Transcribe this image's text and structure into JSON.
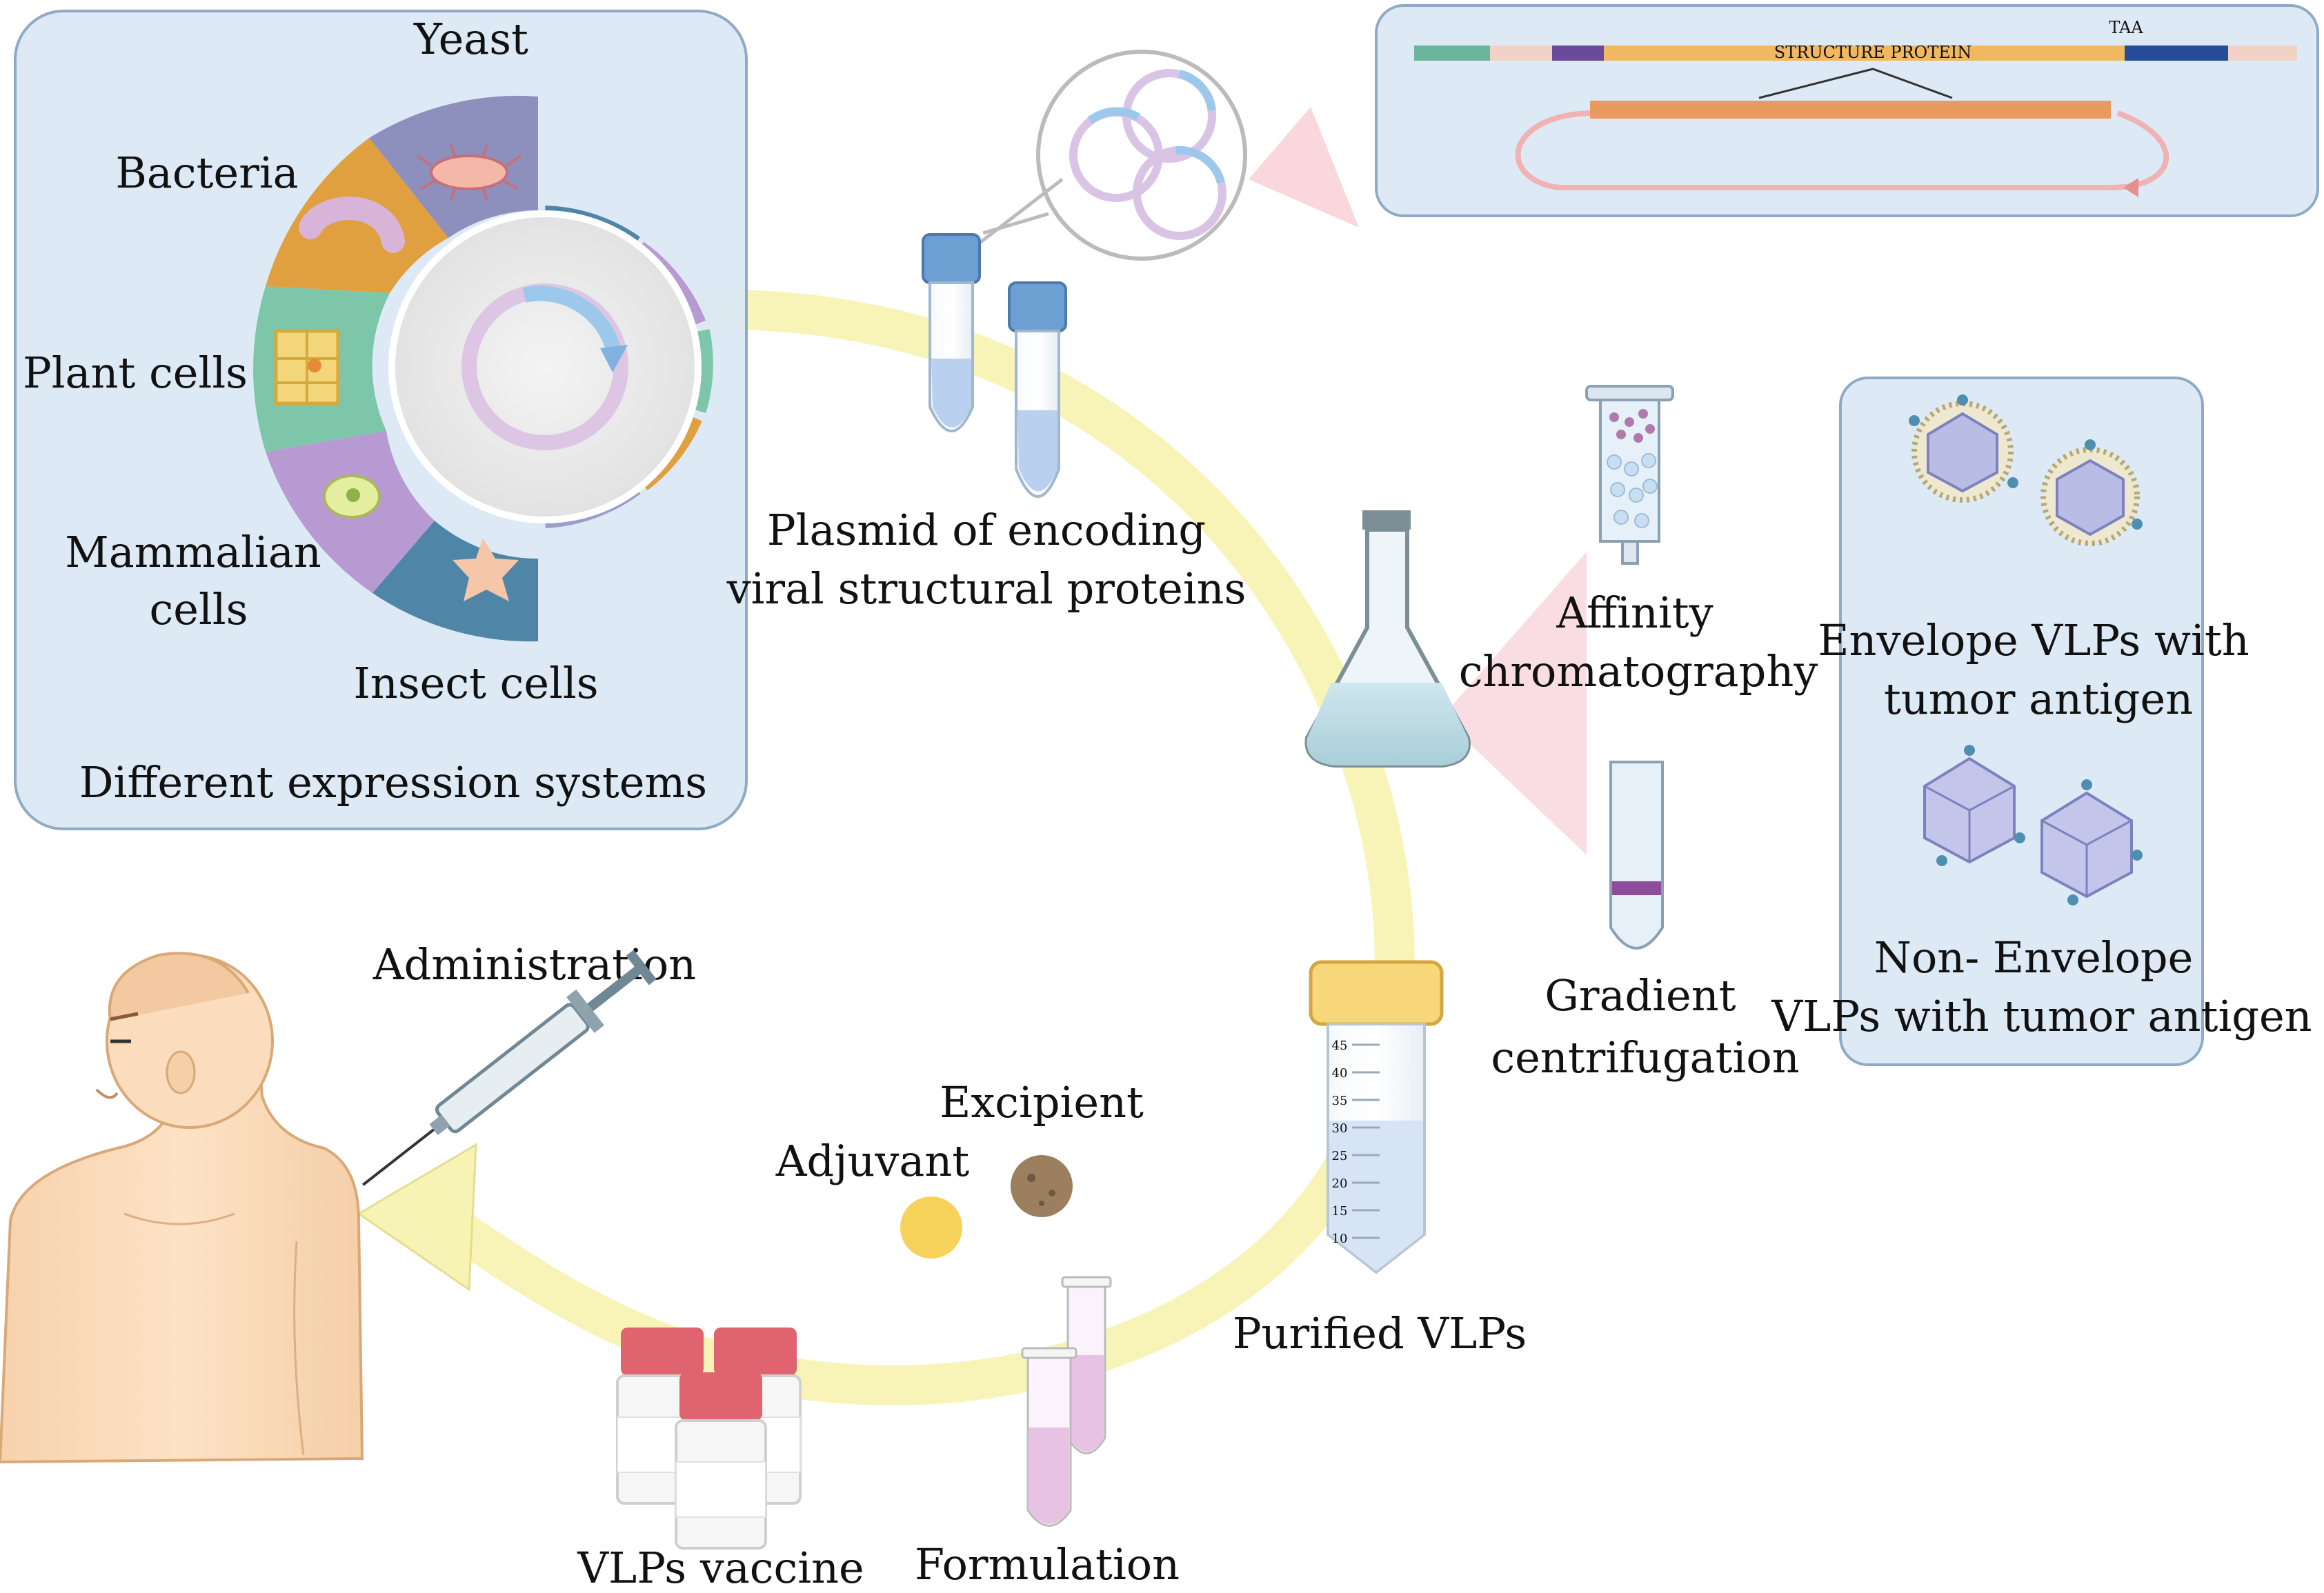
{
  "panels": {
    "expression": {
      "top_label": "Yeast",
      "labels": [
        "Bacteria",
        "Plant cells",
        "Mammalian",
        "cells",
        "Insect cells"
      ],
      "caption": "Different expression systems"
    },
    "construct": {
      "tag": "TAA",
      "bar_label": "STRUCTURE PROTEIN"
    },
    "vlps": {
      "envelope_line1": "Envelope VLPs with",
      "envelope_line2": "tumor antigen",
      "non_line1": "Non- Envelope",
      "non_line2": "VLPs with  tumor antigen"
    }
  },
  "steps": {
    "plasmid_line1": "Plasmid of encoding",
    "plasmid_line2": "viral structural proteins",
    "affinity_line1": "Affinity",
    "affinity_line2": "chromatography",
    "gradient_line1": "Gradient",
    "gradient_line2": "centrifugation",
    "purified": "Purified VLPs",
    "excipient": "Excipient",
    "adjuvant": "Adjuvant",
    "formulation": "Formulation",
    "vaccine": "VLPs vaccine",
    "administration": "Administration"
  },
  "tube_scale": [
    "45",
    "40",
    "35",
    "30",
    "25",
    "20",
    "15",
    "10"
  ],
  "colors": {
    "panel_fill": "#dce9f5",
    "panel_stroke": "#8aa6c4",
    "arrow_yellow": "#f7f3b0",
    "pink_beam": "#f6c6cf",
    "bacteria": "#e0a040",
    "yeast": "#7f7fb3",
    "plant": "#7ec6a9",
    "mammalian": "#b79ad1",
    "insect": "#4f86a8",
    "vial_cap": "#e06470",
    "skin": "#fbdcbc"
  }
}
